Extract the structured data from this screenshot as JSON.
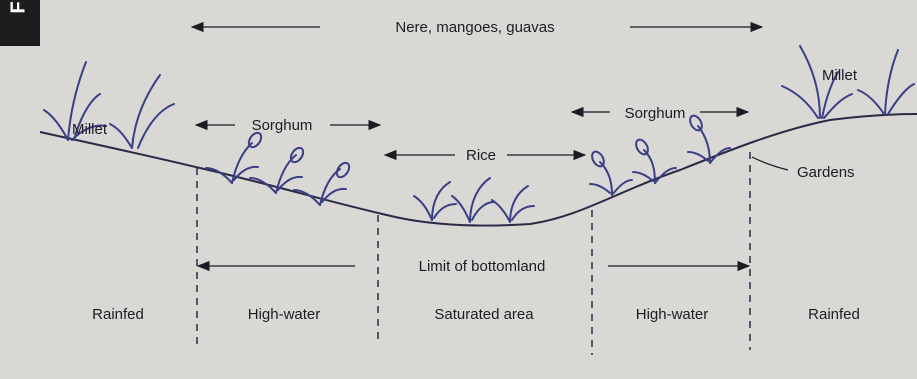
{
  "corner_tab": "F",
  "labels": {
    "trees": "Nere, mangoes, guavas",
    "millet_left": "Millet",
    "millet_right": "Millet",
    "sorghum_left": "Sorghum",
    "sorghum_right": "Sorghum",
    "rice": "Rice",
    "gardens": "Gardens",
    "limit": "Limit of bottomland"
  },
  "zones": [
    "Rainfed",
    "High-water",
    "Saturated area",
    "High-water",
    "Rainfed"
  ],
  "colors": {
    "background": "#d9d8d5",
    "plant": "#3a3f86",
    "ground_line": "#2a2a44",
    "text": "#1c1c24",
    "corner_tab": "#1d1d1f"
  }
}
